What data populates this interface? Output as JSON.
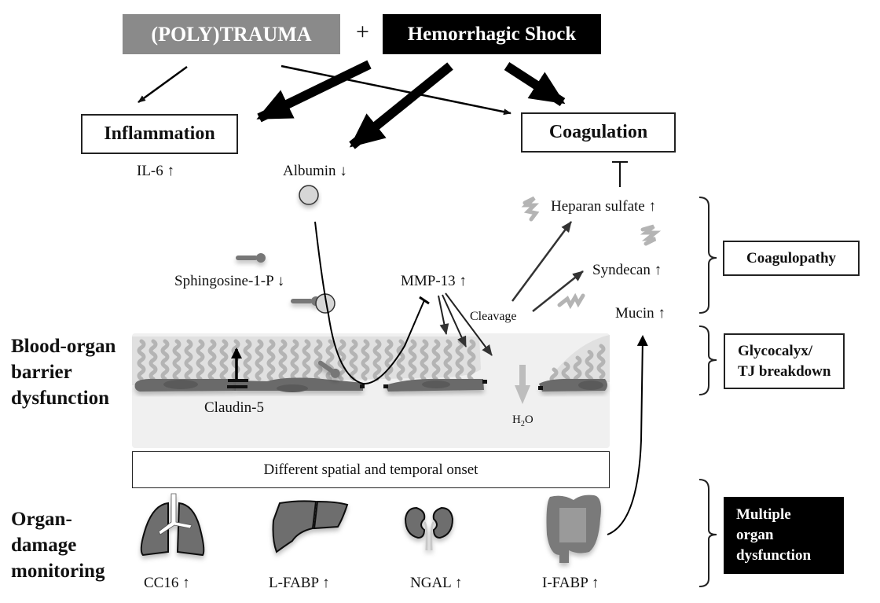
{
  "header": {
    "trauma_label": "(POLY)TRAUMA",
    "plus_sign": "+",
    "shock_label": "Hemorrhagic Shock"
  },
  "nodes": {
    "inflammation": "Inflammation",
    "coagulation": "Coagulation",
    "il6": "IL-6 ↑",
    "albumin": "Albumin ↓",
    "s1p": "Sphingosine-1-P ↓",
    "mmp13": "MMP-13 ↑",
    "cleavage": "Cleavage",
    "heparan": "Heparan sulfate ↑",
    "syndecan": "Syndecan ↑",
    "mucin": "Mucin ↑",
    "claudin": "Claudin-5",
    "water_main": "H",
    "water_sub": "2",
    "water_end": "O",
    "onset": "Different spatial and temporal onset"
  },
  "row_labels": {
    "barrier": [
      "Blood-organ",
      "barrier",
      "dysfunction"
    ],
    "organ": [
      "Organ-",
      "damage",
      "monitoring"
    ]
  },
  "outcomes": {
    "coagulopathy": "Coagulopathy",
    "glycocalyx": [
      "Glycocalyx/",
      "TJ breakdown"
    ],
    "mof": [
      "Multiple",
      "organ",
      "dysfunction"
    ]
  },
  "organs": [
    {
      "name": "lung",
      "marker": "CC16 ↑"
    },
    {
      "name": "liver",
      "marker": "L-FABP ↑"
    },
    {
      "name": "kidney",
      "marker": "NGAL ↑"
    },
    {
      "name": "intestine",
      "marker": "I-FABP ↑"
    }
  ],
  "colors": {
    "trauma_bg": "#8a8a8a",
    "shock_bg": "#000000",
    "cell": "#6b6b6b",
    "glyco": "#b4b4b4",
    "tissue": "#f0f0f0",
    "organ_fill": "#6e6e6e"
  }
}
